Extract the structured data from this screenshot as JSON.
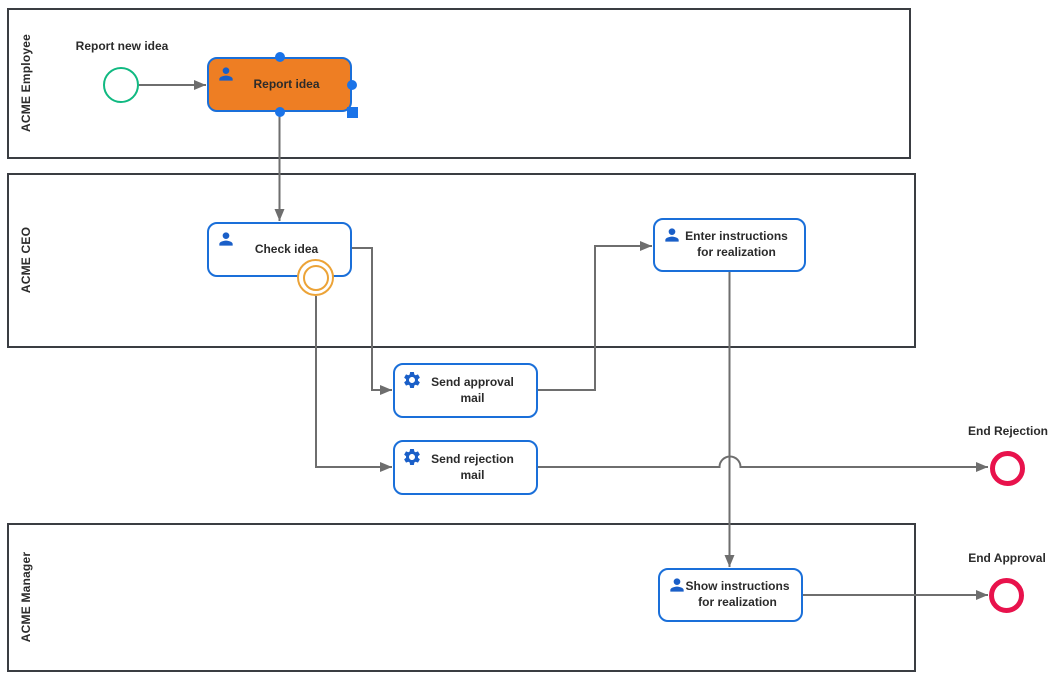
{
  "colors": {
    "canvas-bg": "#ffffff",
    "lane-border": "#3a3d42",
    "flow-line": "#6e6e6e",
    "task-border": "#1a6fd9",
    "task-fill": "#ffffff",
    "selected-task-fill": "#ee7e23",
    "icon-blue": "#1a5fc8",
    "selection-handle": "#1a73e8",
    "start-event": "#10b981",
    "boundary-event": "#eca337",
    "end-event": "#e8124c",
    "label-text": "#2b2b2b"
  },
  "lanes": {
    "employee": {
      "label": "ACME Employee"
    },
    "ceo": {
      "label": "ACME CEO"
    },
    "manager": {
      "label": "ACME Manager"
    }
  },
  "events": {
    "start": {
      "label": "Report new idea"
    },
    "end_rejection": {
      "label": "End Rejection"
    },
    "end_approval": {
      "label": "End Approval"
    }
  },
  "tasks": {
    "report_idea": {
      "label": "Report idea",
      "type": "user-task",
      "selected": true
    },
    "check_idea": {
      "label": "Check idea",
      "type": "user-task"
    },
    "enter_instructions": {
      "label": "Enter instructions\nfor realization",
      "type": "user-task"
    },
    "send_approval_mail": {
      "label": "Send approval\nmail",
      "type": "service-task"
    },
    "send_rejection_mail": {
      "label": "Send rejection\nmail",
      "type": "service-task"
    },
    "show_instructions": {
      "label": "Show instructions\nfor realization",
      "type": "user-task"
    }
  }
}
